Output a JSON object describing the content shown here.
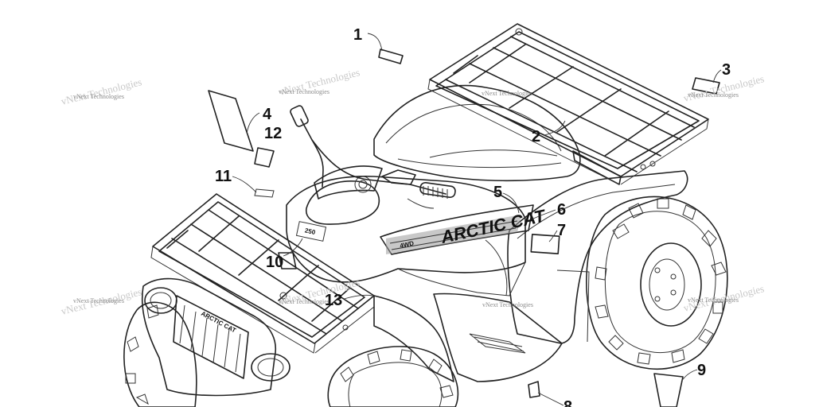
{
  "callouts": {
    "c1": "1",
    "c2": "2",
    "c3": "3",
    "c4": "4",
    "c5": "5",
    "c6": "6",
    "c7": "7",
    "c8": "8",
    "c9": "9",
    "c10": "10",
    "c11": "11",
    "c12": "12",
    "c13": "13"
  },
  "watermark": {
    "text": "vNext Technologies"
  },
  "decal_text": {
    "brand": "ARCTIC CAT",
    "grille_badge": "ARCTIC CAT",
    "four_wd": "4WD",
    "side_badge": "250"
  }
}
